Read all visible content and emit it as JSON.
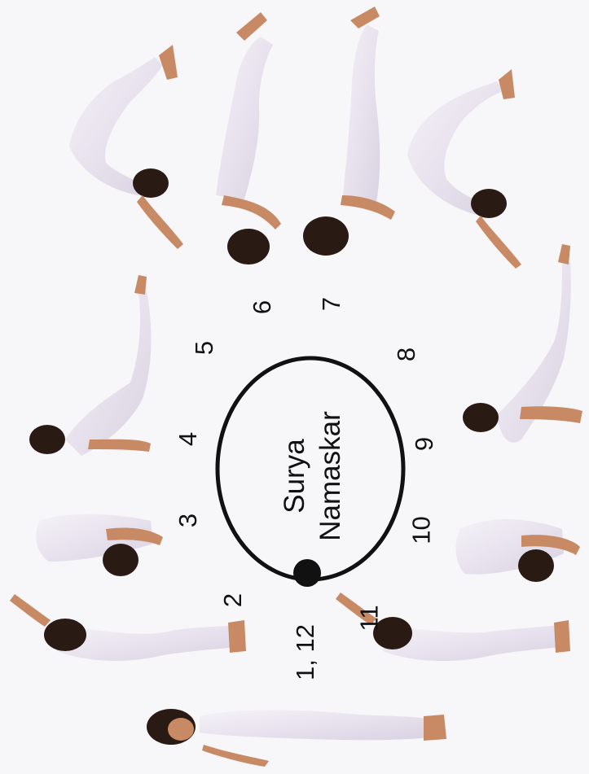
{
  "diagram": {
    "title_line1": "Surya",
    "title_line2": "Namaskar",
    "steps": [
      "1, 12",
      "2",
      "3",
      "4",
      "5",
      "6",
      "7",
      "8",
      "9",
      "10",
      "11"
    ]
  },
  "colors": {
    "background": "#f7f6f8",
    "ring": "#111111",
    "figure_clothing": "#ece8f1",
    "figure_skin": "#c88a64",
    "figure_hair": "#2a1a14"
  },
  "figures": [
    "pose-1-12-pranamasana",
    "pose-2-raised-arms",
    "pose-3-hand-to-foot",
    "pose-4-equestrian",
    "pose-5-mountain",
    "pose-6-ashtanga-namaskara",
    "pose-7-cobra",
    "pose-8-mountain",
    "pose-9-equestrian",
    "pose-10-hand-to-foot",
    "pose-11-raised-arms"
  ]
}
